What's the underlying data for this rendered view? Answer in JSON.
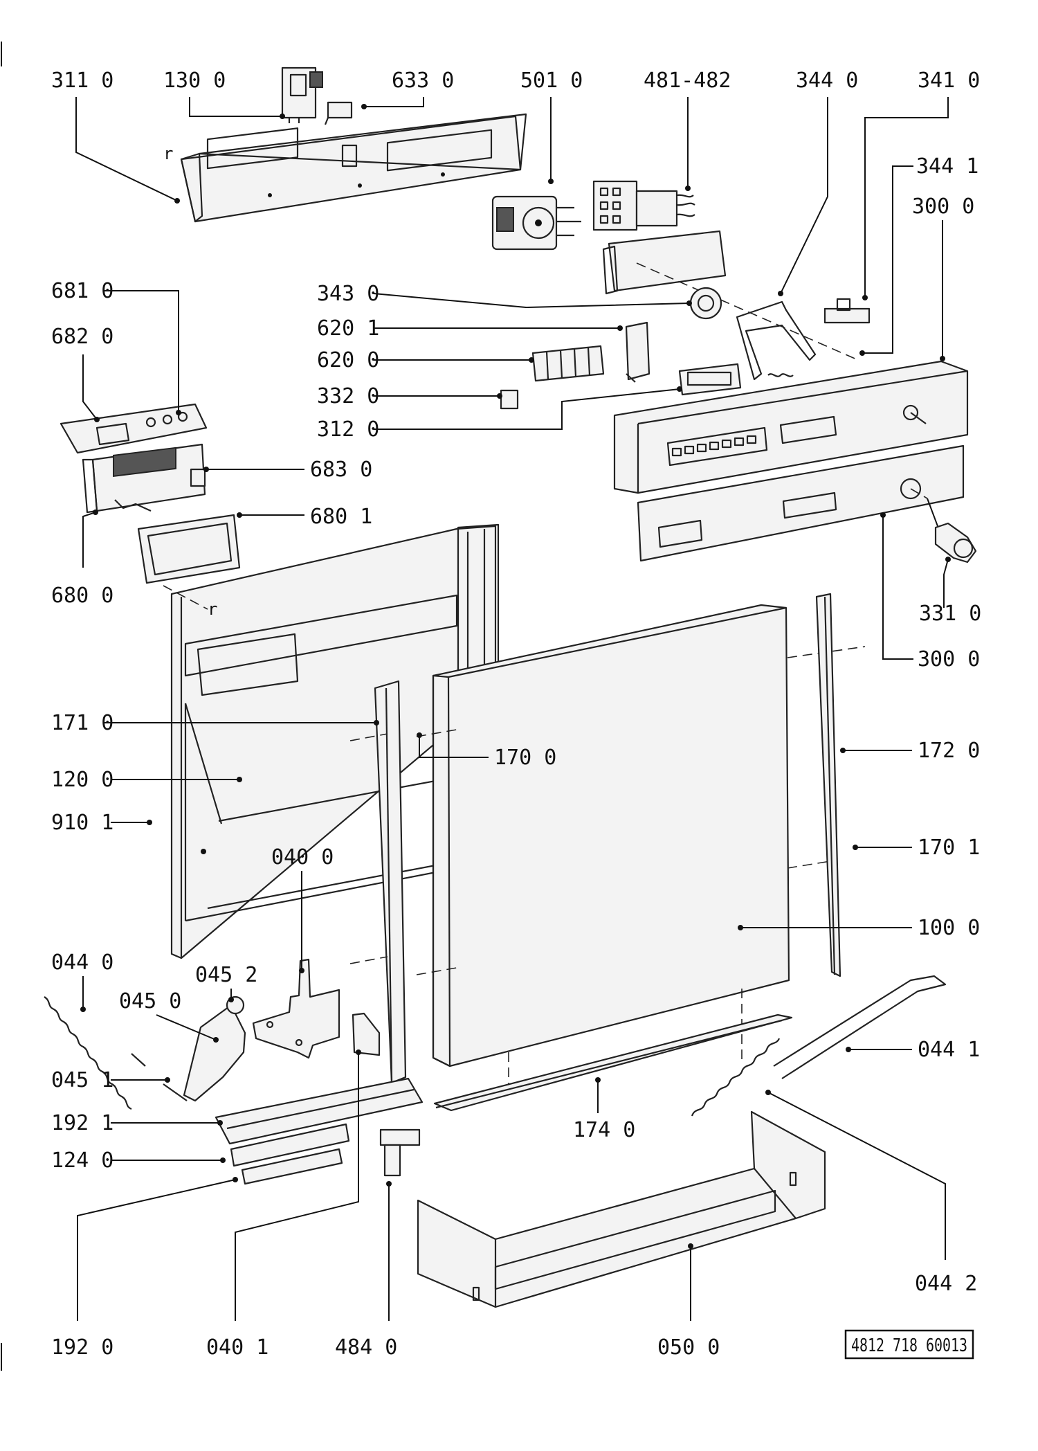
{
  "labels": {
    "l_311_0": "311 0",
    "l_130_0": "130 0",
    "l_633_0": "633 0",
    "l_501_0": "501 0",
    "l_481_482": "481-482",
    "l_344_0": "344 0",
    "l_341_0": "341 0",
    "l_344_1": "344 1",
    "l_300_0_top": "300 0",
    "l_681_0": "681 0",
    "l_682_0": "682 0",
    "l_343_0": "343 0",
    "l_620_1": "620 1",
    "l_620_0": "620 0",
    "l_332_0": "332 0",
    "l_312_0": "312 0",
    "l_683_0": "683 0",
    "l_680_1": "680 1",
    "l_680_0": "680 0",
    "l_331_0": "331 0",
    "l_300_0_right": "300 0",
    "l_171_0": "171 0",
    "l_170_0": "170 0",
    "l_172_0": "172 0",
    "l_120_0": "120 0",
    "l_910_1": "910 1",
    "l_170_1": "170 1",
    "l_040_0": "040 0",
    "l_100_0": "100 0",
    "l_044_0": "044 0",
    "l_045_2": "045 2",
    "l_045_0": "045 0",
    "l_044_1": "044 1",
    "l_045_1": "045 1",
    "l_192_1": "192 1",
    "l_174_0": "174 0",
    "l_124_0": "124 0",
    "l_044_2": "044 2",
    "l_192_0": "192 0",
    "l_040_1": "040 1",
    "l_484_0": "484 0",
    "l_050_0": "050 0",
    "r_top": "r",
    "r_mid": "r"
  },
  "document_number": "4812 718 60013"
}
